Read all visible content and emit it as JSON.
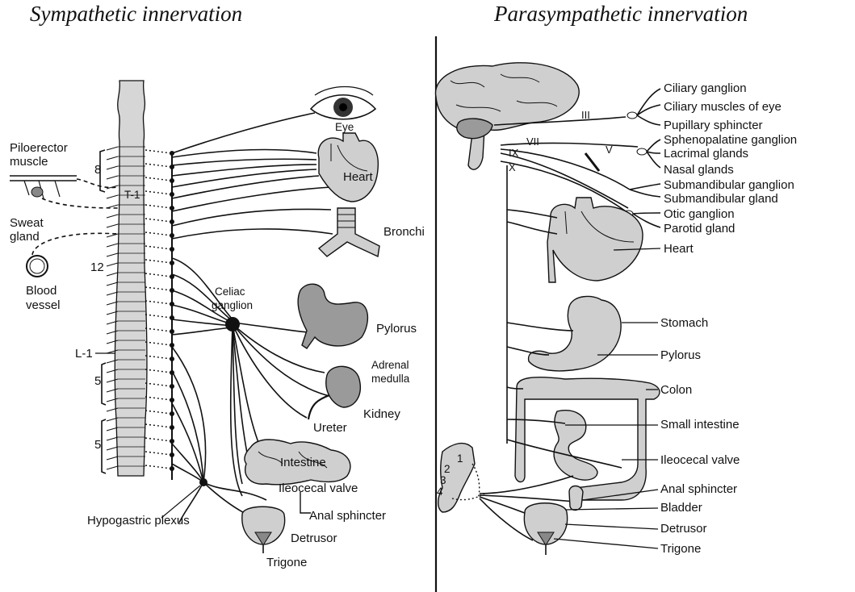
{
  "titles": {
    "sympathetic": "Sympathetic innervation",
    "parasympathetic": "Parasympathetic innervation"
  },
  "sympathetic": {
    "spinal_labels": {
      "c8": "8",
      "t1": "T-1",
      "t12": "12",
      "l1": "L-1",
      "l5": "5",
      "s5": "5"
    },
    "left_labels": {
      "piloerector": [
        "Piloerector",
        "muscle"
      ],
      "sweat": [
        "Sweat",
        "gland"
      ],
      "blood": [
        "Blood",
        "vessel"
      ]
    },
    "celiac": [
      "Celiac",
      "ganglion"
    ],
    "adrenal": [
      "Adrenal",
      "medulla"
    ],
    "organs": {
      "eye": "Eye",
      "heart": "Heart",
      "bronchi": "Bronchi",
      "pylorus": "Pylorus",
      "kidney": "Kidney",
      "ureter": "Ureter",
      "intestine": "Intestine",
      "ileocecal": "Ileocecal valve",
      "anal": "Anal sphincter",
      "hypogastric": "Hypogastric plexus",
      "detrusor": "Detrusor",
      "trigone": "Trigone"
    }
  },
  "parasympathetic": {
    "cranial_nerves": {
      "III": "III",
      "VII": "VII",
      "V": "V",
      "IX": "IX",
      "X": "X"
    },
    "sacral_numbers": [
      "1",
      "2",
      "3",
      "4"
    ],
    "right_labels": {
      "ciliary_ganglion": "Ciliary ganglion",
      "ciliary_muscles": "Ciliary muscles of eye",
      "pupillary": "Pupillary sphincter",
      "sphenopalatine": "Sphenopalatine ganglion",
      "lacrimal": "Lacrimal glands",
      "nasal": "Nasal glands",
      "submandibular_ganglion": "Submandibular ganglion",
      "submandibular_gland": "Submandibular gland",
      "otic": "Otic ganglion",
      "parotid": "Parotid gland",
      "heart": "Heart",
      "stomach": "Stomach",
      "pylorus": "Pylorus",
      "colon": "Colon",
      "small_intestine": "Small intestine",
      "ileocecal": "Ileocecal valve",
      "anal": "Anal sphincter",
      "bladder": "Bladder",
      "detrusor": "Detrusor",
      "trigone": "Trigone"
    }
  }
}
